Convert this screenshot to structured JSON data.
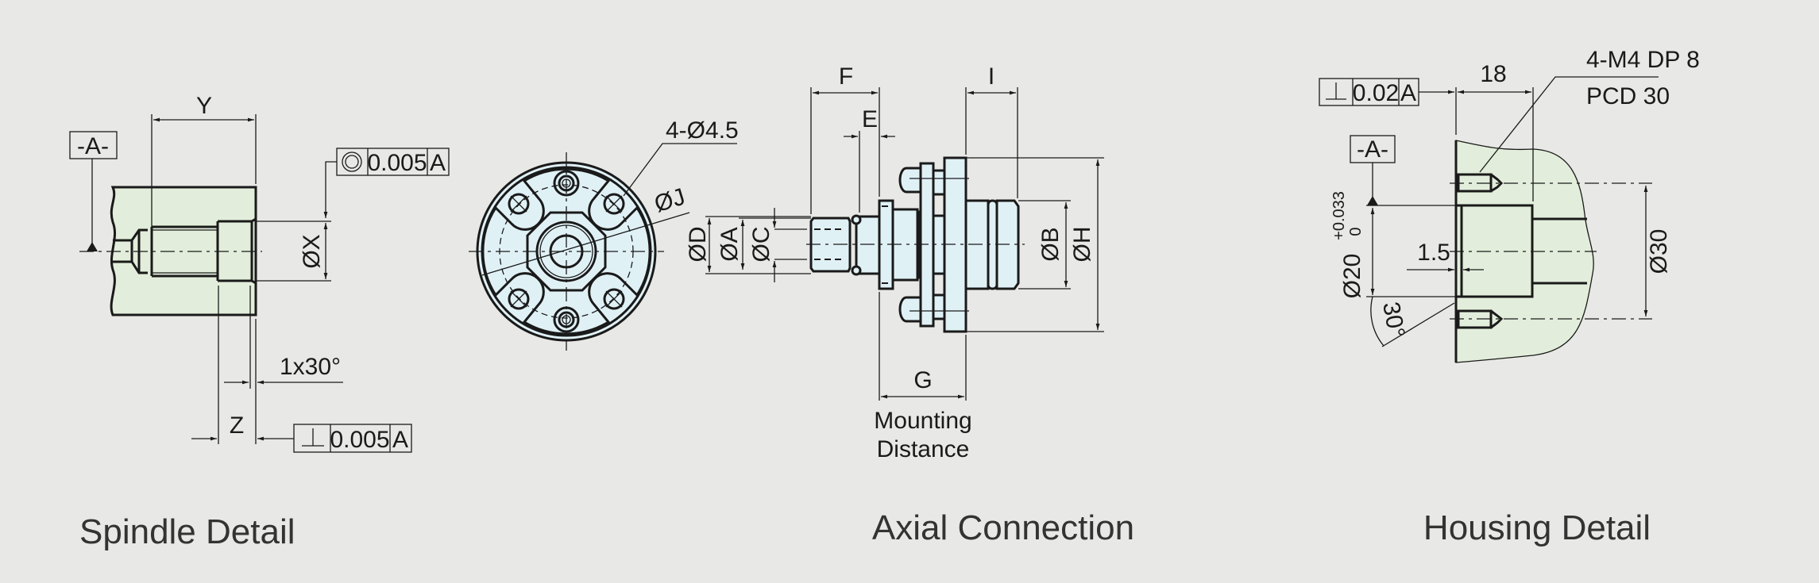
{
  "colors": {
    "background": "#e8e8e6",
    "spindle_fill": "#e2eedb",
    "axial_fill": "#e0f1f6",
    "line": "#1a1a1a"
  },
  "spindle": {
    "caption": "Spindle Detail",
    "dim_y": "Y",
    "dim_x": "ØX",
    "dim_z": "Z",
    "chamfer": "1x30°",
    "datum": "-A-",
    "concentricity": {
      "symbol": "concentricity-icon",
      "value": "0.005",
      "datum": "A"
    },
    "perpendicularity": {
      "symbol": "perpendicularity-icon",
      "value": "0.005",
      "datum": "A"
    }
  },
  "axial": {
    "caption": "Axial Connection",
    "holes": "4-Ø4.5",
    "dim_j": "ØJ",
    "dim_d": "ØD",
    "dim_a": "ØA",
    "dim_c": "ØC",
    "dim_f": "F",
    "dim_e": "E",
    "dim_i": "I",
    "dim_b": "ØB",
    "dim_h": "ØH",
    "dim_g": "G",
    "mounting_1": "Mounting",
    "mounting_2": "Distance"
  },
  "housing": {
    "caption": "Housing Detail",
    "perpendicularity": {
      "symbol": "perpendicularity-icon",
      "value": "0.02",
      "datum": "A"
    },
    "dim_18": "18",
    "thread_1": "4-M4 DP 8",
    "thread_2": "PCD 30",
    "datum": "-A-",
    "bore": "Ø20",
    "tol_upper": "+0.033",
    "tol_lower": "0",
    "dim_15": "1.5",
    "dim_30": "Ø30",
    "angle": "30°"
  }
}
